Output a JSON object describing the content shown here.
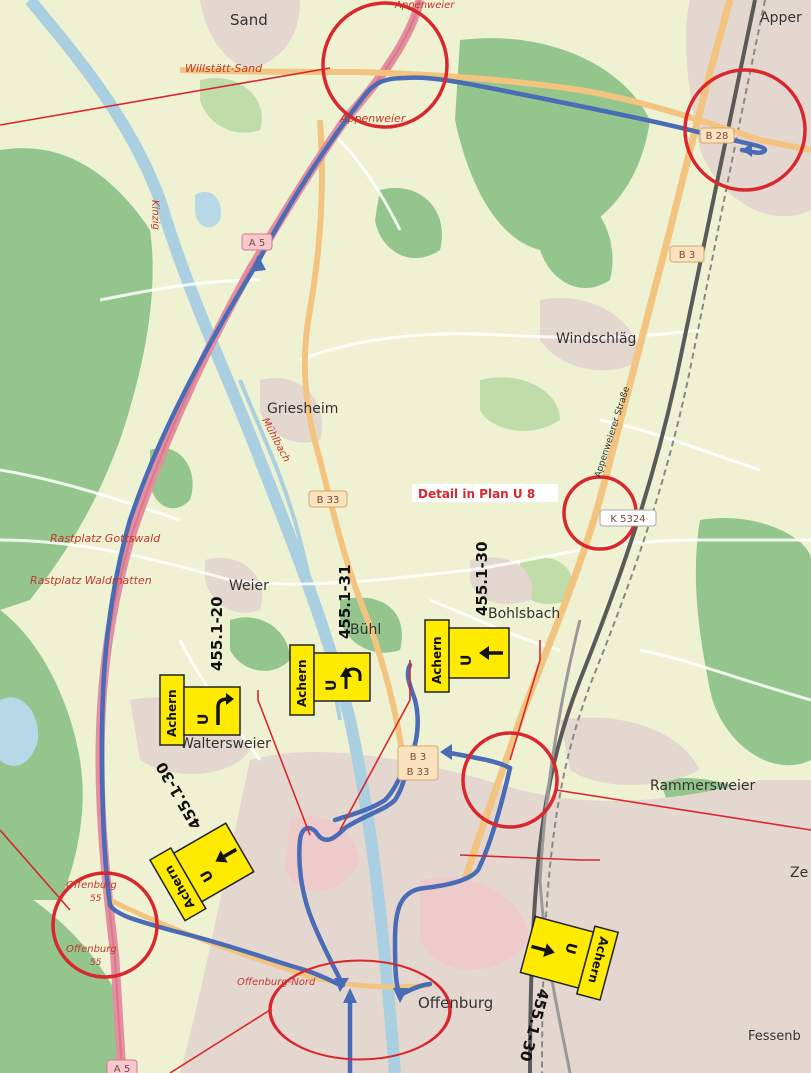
{
  "places": {
    "sand": "Sand",
    "appenweier_top": "Appenweier",
    "apper": "Apper",
    "willstaett_sand": "Willstätt-Sand",
    "appenweier_junction": "Appenweier",
    "windschlaeg": "Windschläg",
    "griesheim": "Griesheim",
    "weier": "Weier",
    "buehl": "Bühl",
    "bohlsbach": "Bohlsbach",
    "waltersweier": "Waltersweier",
    "rammersweier": "Rammersweier",
    "offenburg": "Offenburg",
    "ze": "Ze",
    "fessenb": "Fessenb",
    "rastplatz_gottswald": "Rastplatz Gottswald",
    "rastplatz_waldmatten": "Rastplatz Waldmatten",
    "offenburg_exit": "Offenburg",
    "offenburg_exit_num": "55",
    "offenburg_exit2": "Offenburg",
    "offenburg_exit2_num": "55",
    "offenburg_nord": "Offenburg-Nord",
    "kinzig": "Kinzig",
    "muehlbach": "Mühlbach",
    "appenweierer_strasse": "Appenweierer Straße"
  },
  "shields": {
    "a5_top": "A 5",
    "a5_bottom": "A 5",
    "b3_top": "B 3",
    "b33": "B 33",
    "b3_mid": "B 3",
    "b33_mid": "B 33",
    "k5324": "K 5324",
    "b28": "B 28"
  },
  "detail_note": "Detail in Plan U 8",
  "signs": [
    {
      "code": "455.1-20",
      "dest": "Achern",
      "u": "U"
    },
    {
      "code": "455.1-31",
      "dest": "Achern",
      "u": "U"
    },
    {
      "code": "455.1-30",
      "dest": "Achern",
      "u": "U"
    },
    {
      "code": "455.1-30",
      "dest": "Achern",
      "u": "U"
    },
    {
      "code": "455.1-30",
      "dest": "Achern",
      "u": "U"
    }
  ],
  "colors": {
    "route": "#4a6bb5",
    "marker": "#d9272d",
    "sign": "#ffeb00",
    "highway": "#e78fa0",
    "trunk": "#f4bd6f",
    "forest": "#8fc28a",
    "field": "#eef2d3",
    "urban": "#e3d6cd",
    "water": "#b7d8e6"
  }
}
